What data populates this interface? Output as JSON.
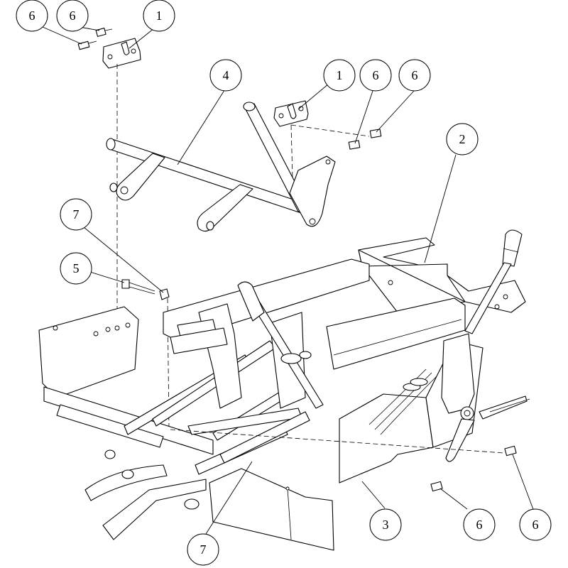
{
  "diagram": {
    "callouts": [
      {
        "label": "6"
      },
      {
        "label": "6"
      },
      {
        "label": "1"
      },
      {
        "label": "4"
      },
      {
        "label": "1"
      },
      {
        "label": "6"
      },
      {
        "label": "6"
      },
      {
        "label": "2"
      },
      {
        "label": "7"
      },
      {
        "label": "5"
      },
      {
        "label": "3"
      },
      {
        "label": "6"
      },
      {
        "label": "6"
      },
      {
        "label": "7"
      }
    ]
  }
}
